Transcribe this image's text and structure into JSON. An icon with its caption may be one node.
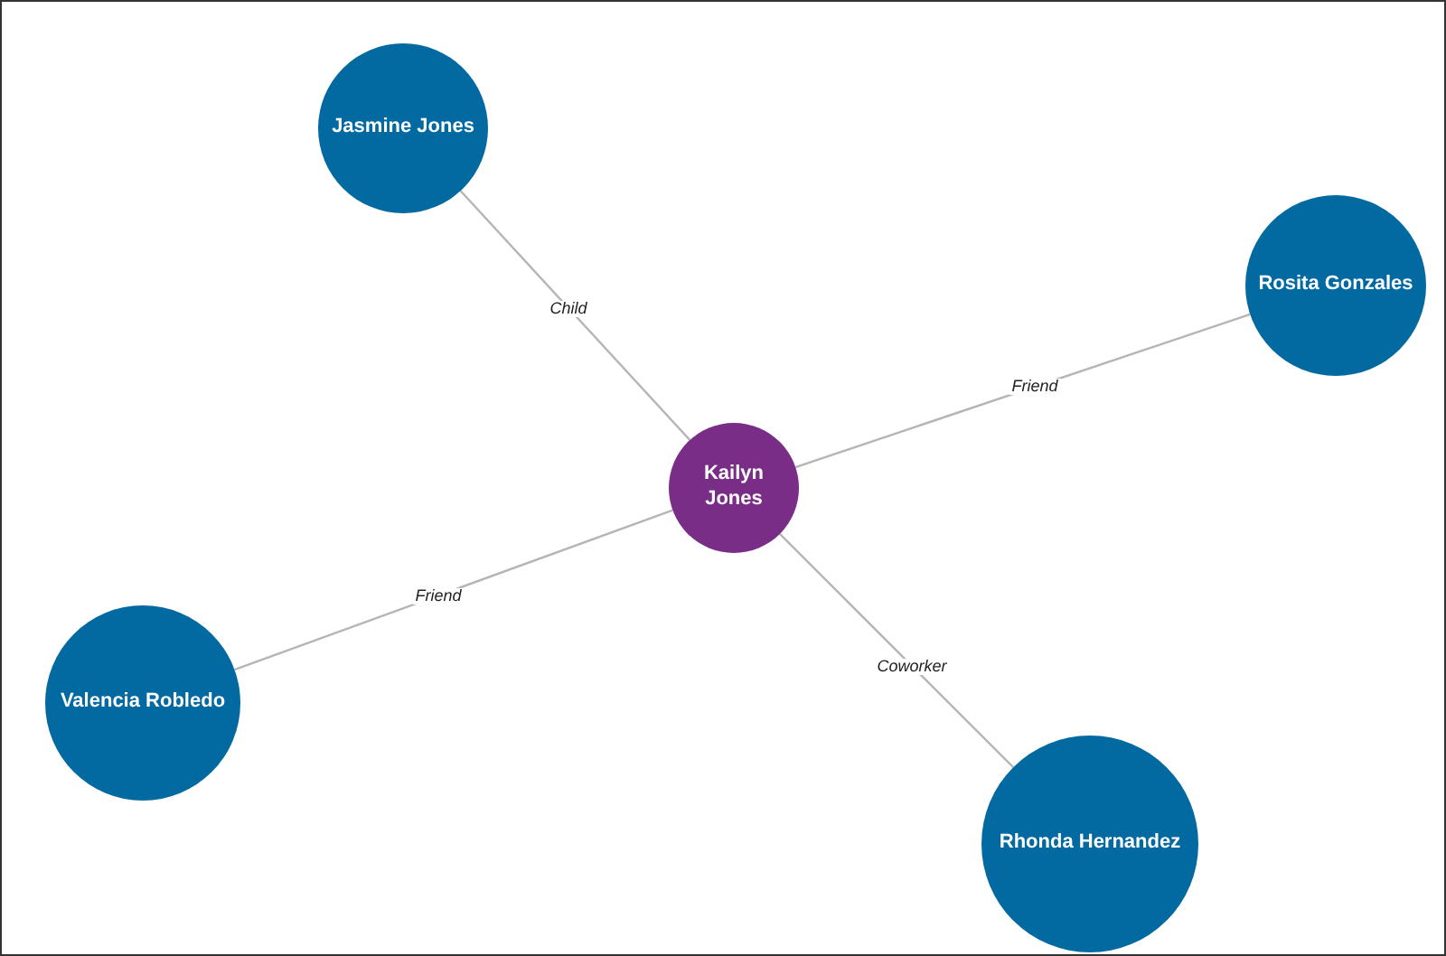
{
  "diagram": {
    "nodes": [
      {
        "text": [
          "Jasmine Jones"
        ]
      },
      {
        "text": [
          "Rosita Gonzales"
        ]
      },
      {
        "text": [
          "Kailyn Jones"
        ]
      },
      {
        "text": [
          "Valencia Robledo"
        ]
      },
      {
        "text": [
          "Rhonda Hernandez"
        ]
      }
    ],
    "edges": [
      {
        "from": 2,
        "to": 0,
        "arrow": "none",
        "label": "Child"
      },
      {
        "from": 2,
        "to": 1,
        "arrow": "none",
        "label": "Friend"
      },
      {
        "from": 2,
        "to": 3,
        "arrow": "none",
        "label": "Friend"
      },
      {
        "from": 2,
        "to": 4,
        "arrow": "none",
        "label": "Coworker"
      }
    ]
  }
}
